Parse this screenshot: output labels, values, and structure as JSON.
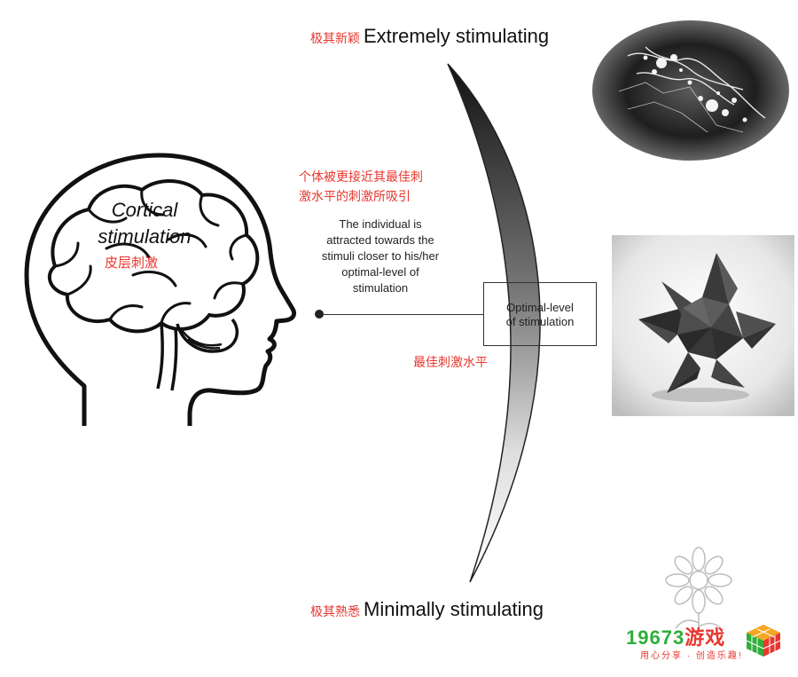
{
  "labels": {
    "top_cn": "极其新颖",
    "top_en": "Extremely stimulating",
    "bottom_cn": "极其熟悉",
    "bottom_en": "Minimally stimulating",
    "attract_cn_line1": "个体被更接近其最佳刺",
    "attract_cn_line2": "激水平的刺激所吸引",
    "attract_en_line1": "The individual is",
    "attract_en_line2": "attracted towards the",
    "attract_en_line3": "stimuli closer to his/her",
    "attract_en_line4": "optimal-level of",
    "attract_en_line5": "stimulation",
    "head_en_line1": "Cortical",
    "head_en_line2": "stimulation",
    "head_cn": "皮层刺激",
    "optimal_en_line1": "Optimal-level",
    "optimal_en_line2": "of stimulation",
    "optimal_cn": "最佳刺激水平"
  },
  "watermark": {
    "number": "19673",
    "name": "游戏",
    "slogan": "用心分享 · 创造乐趣!"
  },
  "colors": {
    "accent_red": "#e8372f",
    "logo_green": "#2fae3a",
    "line": "#222222"
  },
  "icons": {
    "head": "human-head-brain-icon",
    "fractal": "fractal-image",
    "star": "stellated-polyhedron-image",
    "flower": "flower-outline-icon"
  }
}
